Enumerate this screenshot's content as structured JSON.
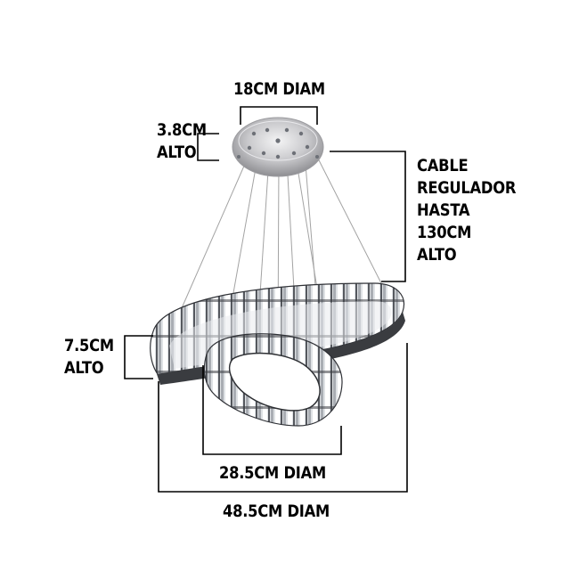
{
  "dimensions": {
    "canopy_diameter": "18CM DIAM",
    "canopy_height": [
      "3.8CM",
      "ALTO"
    ],
    "cable": [
      "CABLE",
      "REGULADOR",
      "HASTA",
      "130CM",
      "ALTO"
    ],
    "ring_height": [
      "7.5CM",
      "ALTO"
    ],
    "small_ring_diameter": "28.5CM DIAM",
    "large_ring_diameter": "48.5CM DIAM"
  },
  "colors": {
    "dimension_line": "#000000",
    "chrome": "#c8c8ca",
    "crystal_light": "#eef0f2",
    "crystal_dark": "#2e3034",
    "cable": "#9a9a9a"
  }
}
